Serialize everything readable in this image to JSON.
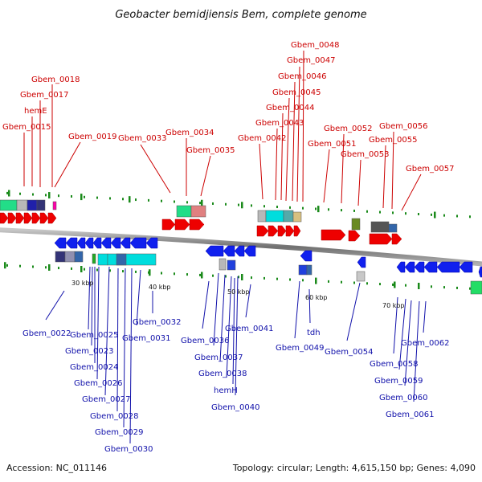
{
  "title": "Geobacter bemidjiensis Bem, complete genome",
  "footer": {
    "accession": "Accession: NC_011146",
    "summary": "Topology: circular; Length: 4,615,150 bp; Genes: 4,090"
  },
  "scale_labels": [
    "30 kbp",
    "40 kbp",
    "50 kbp",
    "60 kbp",
    "70 kbp"
  ],
  "colors": {
    "top_label": "#cc0000",
    "bottom_label": "#1010aa",
    "forward_gene": "#ee0000",
    "reverse_gene": "#1020ee",
    "backbone": "#808080",
    "tick": "#1a8a1a"
  },
  "top_genes": [
    "Gbem_0015",
    "hemE",
    "Gbem_0017",
    "Gbem_0018",
    "Gbem_0019",
    "Gbem_0033",
    "Gbem_0034",
    "Gbem_0035",
    "Gbem_0042",
    "Gbem_0043",
    "Gbem_0044",
    "Gbem_0045",
    "Gbem_0046",
    "Gbem_0047",
    "Gbem_0048",
    "Gbem_0051",
    "Gbem_0052",
    "Gbem_0053",
    "Gbem_0055",
    "Gbem_0056",
    "Gbem_0057"
  ],
  "bottom_genes": [
    "Gbem_0022",
    "Gbem_0023",
    "Gbem_0024",
    "Gbem_0025",
    "Gbem_0026",
    "Gbem_0027",
    "Gbem_0028",
    "Gbem_0029",
    "Gbem_0030",
    "Gbem_0031",
    "Gbem_0032",
    "Gbem_0036",
    "Gbem_0037",
    "Gbem_0038",
    "hemH",
    "Gbem_0040",
    "Gbem_0041",
    "Gbem_0049",
    "tdh",
    "Gbem_0054",
    "Gbem_0058",
    "Gbem_0059",
    "Gbem_0060",
    "Gbem_0061",
    "Gbem_0062"
  ]
}
